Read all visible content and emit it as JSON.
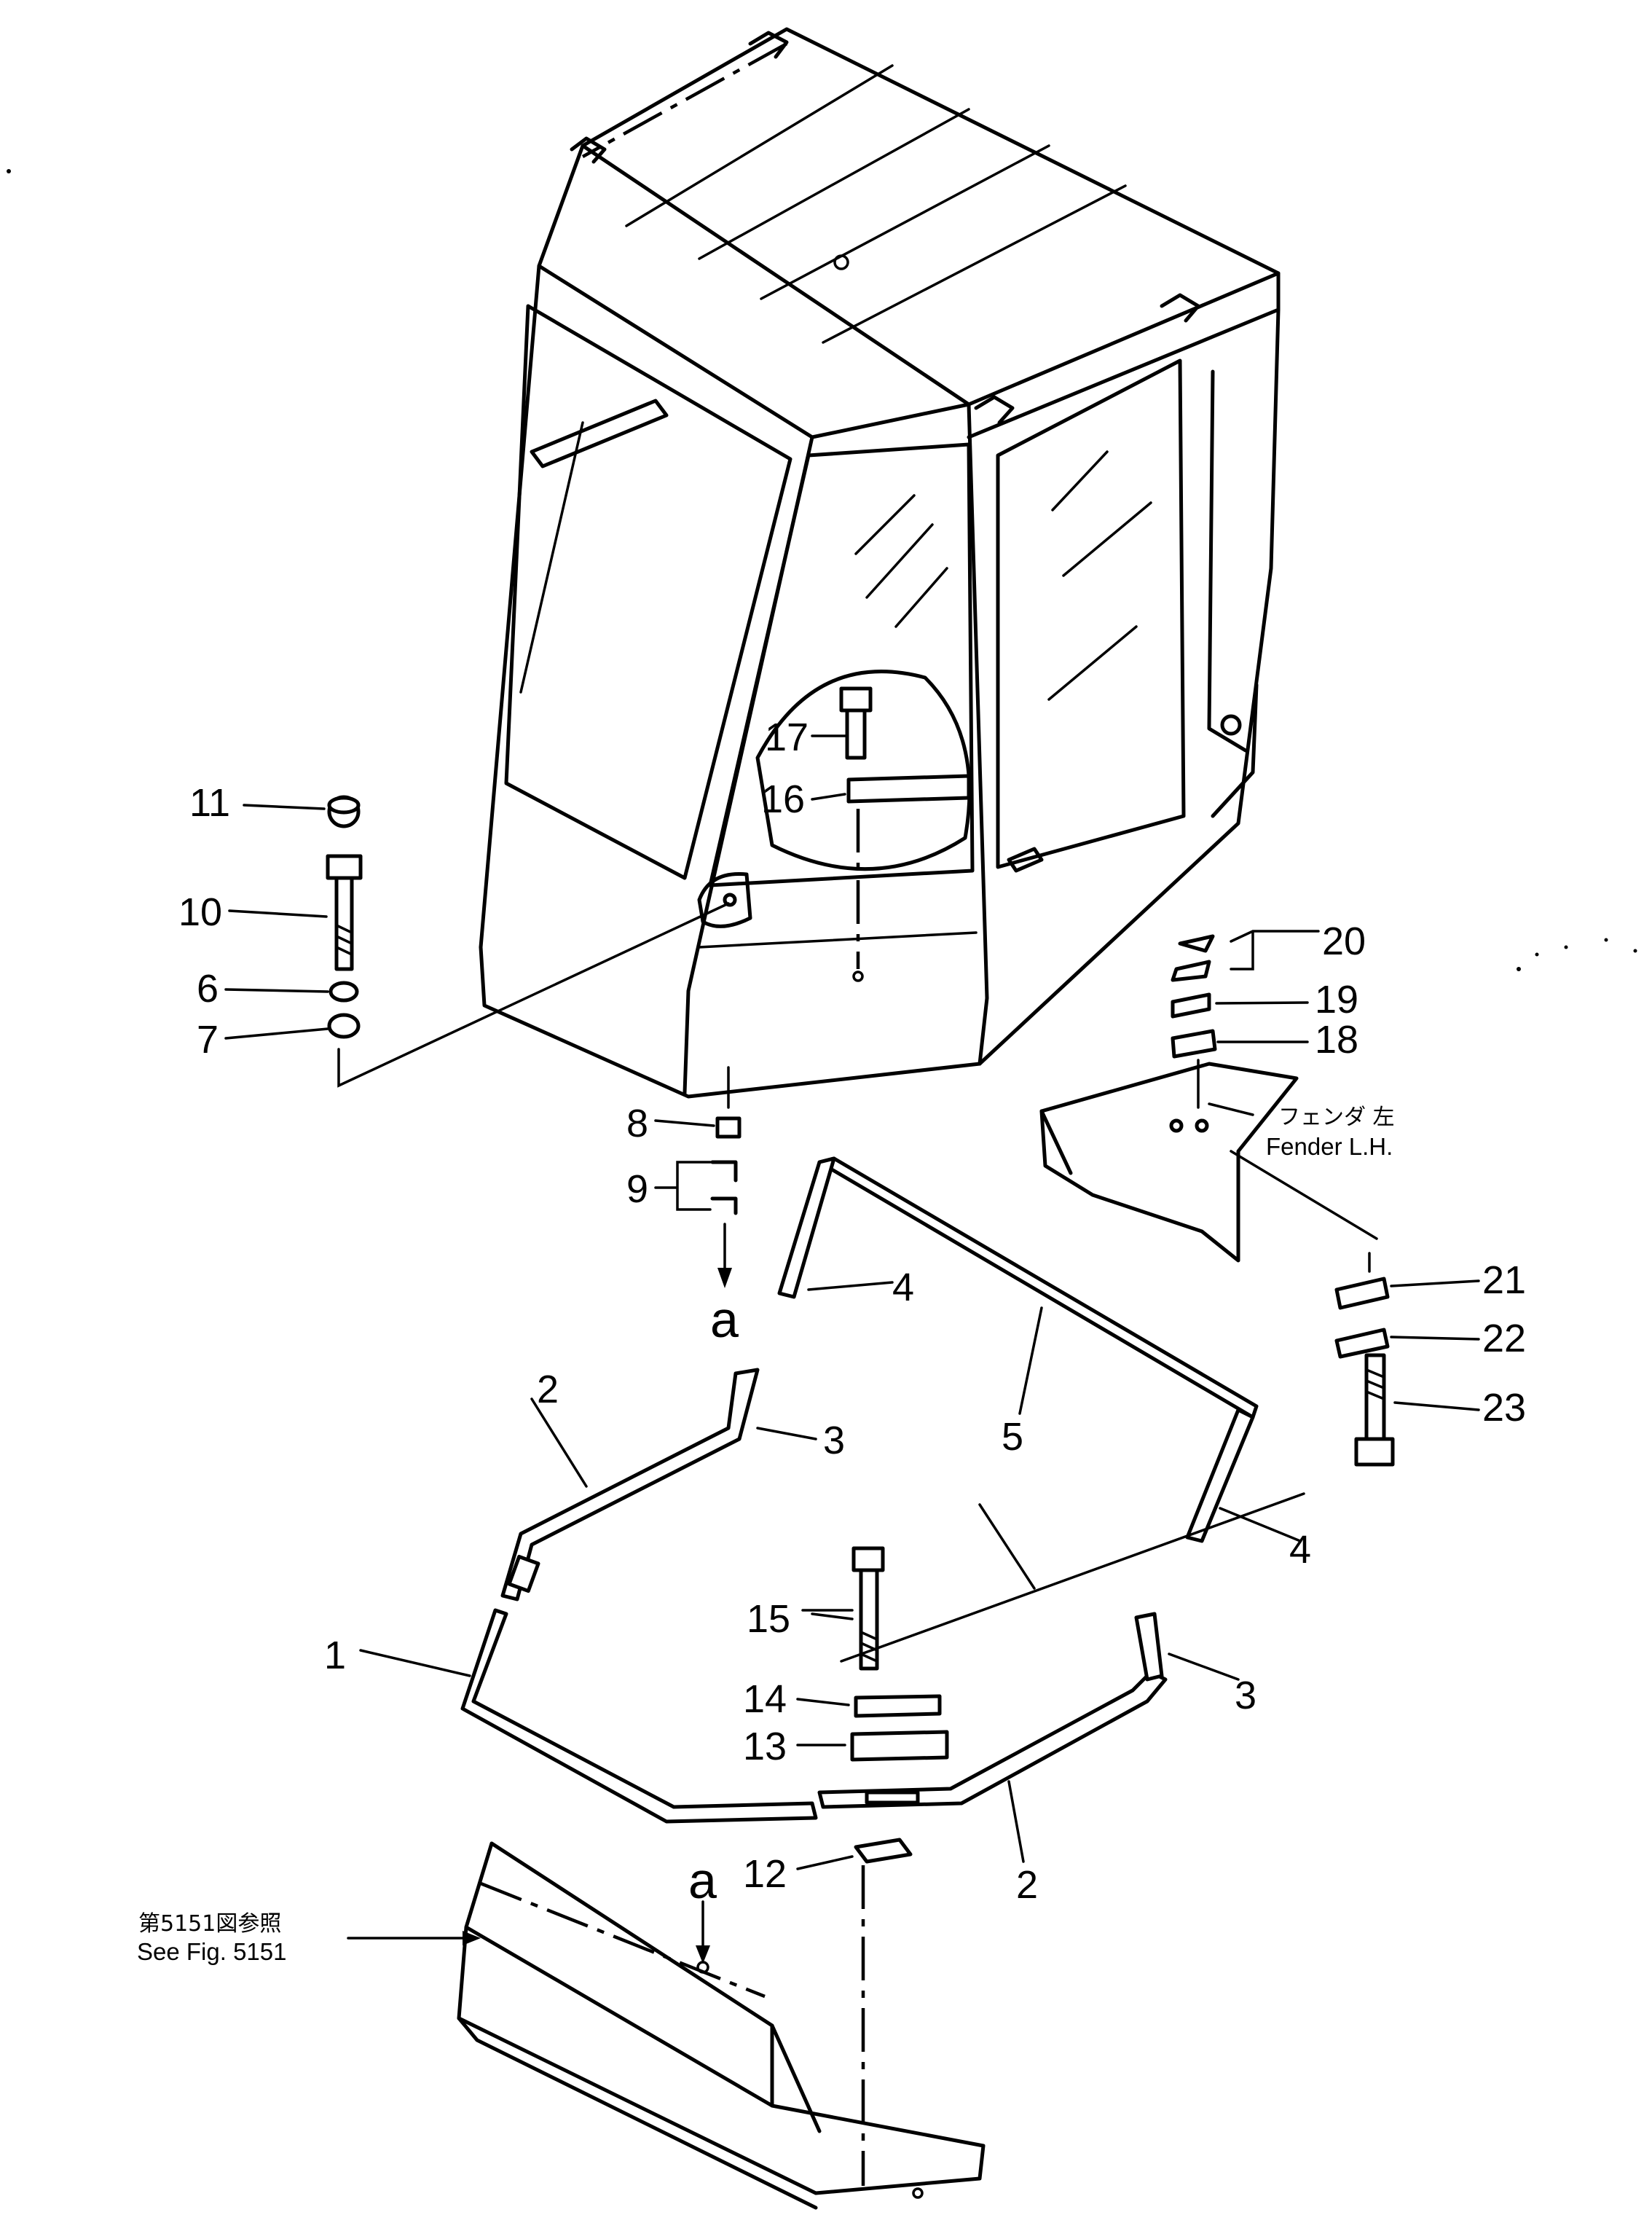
{
  "part_numbers": [
    "1",
    "2",
    "2",
    "3",
    "3",
    "4",
    "4",
    "5",
    "6",
    "7",
    "8",
    "9",
    "10",
    "11",
    "12",
    "13",
    "14",
    "15",
    "16",
    "17",
    "18",
    "19",
    "20",
    "21",
    "22",
    "23"
  ],
  "subview_marker": "a",
  "fender_note": {
    "jp": "フェンダ 左",
    "en": "Fender L.H."
  },
  "reference_note": {
    "jp": "第5151図参照",
    "en": "See Fig. 5151"
  }
}
